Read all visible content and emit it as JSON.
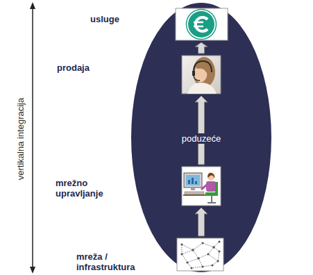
{
  "diagram": {
    "nodes": [
      {
        "text": [
          "poduzeće"
        ]
      },
      {
        "text": [
          "usluge"
        ],
        "in": 0
      },
      {
        "text": [
          "prodaja"
        ],
        "in": 0
      },
      {
        "text": [
          "mrežno upravljanje"
        ],
        "in": 0
      },
      {
        "text": [
          "mreža / infrastruktura"
        ],
        "in": 0
      }
    ],
    "edges": [
      {
        "from": 2,
        "to": 1,
        "arrow": "to"
      },
      {
        "from": 3,
        "to": 2,
        "arrow": "to"
      },
      {
        "from": 4,
        "to": 3,
        "arrow": "to"
      }
    ],
    "labels": [
      "vertikalna integracija"
    ]
  }
}
